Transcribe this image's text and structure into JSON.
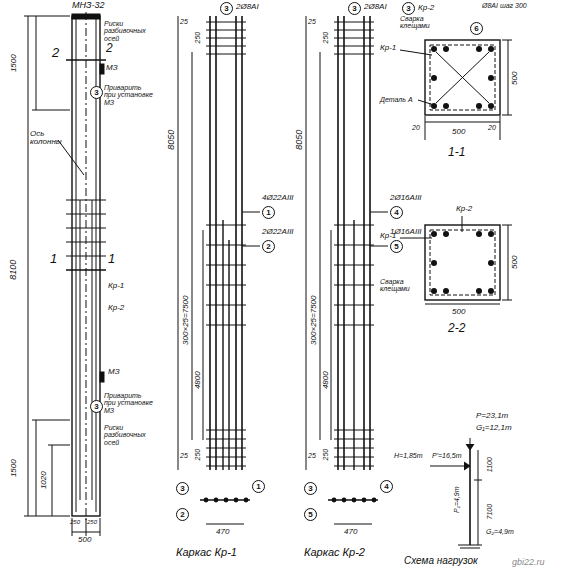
{
  "diagram": {
    "labels": [
      "МНЗ-32",
      "Риски разбивочных осей",
      "2",
      "2",
      "МЗ",
      "3",
      "Приварить при установке МЗ",
      "1500",
      "Ось колонны",
      "1",
      "1",
      "Кр-1",
      "Кр-2",
      "МЗ",
      "3",
      "Приварить при установке МЗ",
      "Риски разбивочных осей",
      "8100",
      "1500",
      "1020",
      "250",
      "250",
      "500",
      "3",
      "2Ø8АI",
      "25",
      "250",
      "4Ø22АIII",
      "1",
      "2Ø22АIII",
      "2",
      "8050",
      "300×25=7500",
      "4800",
      "25",
      "250",
      "3",
      "1",
      "2",
      "470",
      "Каркас Кр-1",
      "3",
      "2Ø8АI",
      "25",
      "250",
      "2Ø16АIII",
      "4",
      "1Ø16АIII",
      "5",
      "8050",
      "300×25=7500",
      "4800",
      "25",
      "250",
      "3",
      "4",
      "5",
      "470",
      "Каркас Кр-2",
      "3",
      "Кр-2",
      "Сварка клещами",
      "6",
      "Ø8АI шаг 300",
      "Кр-1",
      "Деталь А",
      "20",
      "20",
      "500",
      "500",
      "1-1",
      "Кр-2",
      "Кр-1",
      "500",
      "Сварка клещами",
      "500",
      "2-2",
      "P=23,1т",
      "G₁=12,1т",
      "Н=1,85т",
      "P'=16,5т",
      "1100",
      "7100",
      "Р₁=4,9т",
      "G₂=4,9т",
      "Схема нагрузок",
      "gbi22.ru"
    ]
  }
}
